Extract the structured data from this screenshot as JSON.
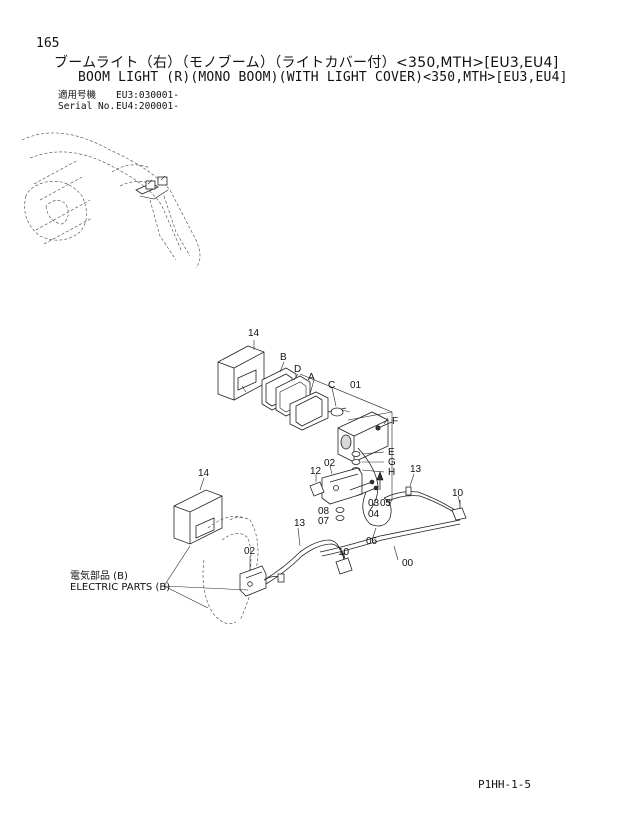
{
  "page_number": "165",
  "title_jp": "ブームライト（右）（モノブーム）（ライトカバー付）<350,MTH>[EU3,EU4]",
  "title_en": "BOOM LIGHT (R)(MONO BOOM)(WITH LIGHT COVER)<350,MTH>[EU3,EU4]",
  "serial": {
    "label_jp": "適用号機",
    "label_en": "Serial No.",
    "line1": "EU3:030001-",
    "line2": "EU4:200001-"
  },
  "callouts": {
    "c14a": "14",
    "cB": "B",
    "cD": "D",
    "cA": "A",
    "c01": "01",
    "cC": "C",
    "cF": "F",
    "cE": "E",
    "cG": "G",
    "cH": "H",
    "c02a": "02",
    "c12": "12",
    "c13a": "13",
    "c10a": "10",
    "c03": "03",
    "c04": "04",
    "c05": "05",
    "c08": "08",
    "c07": "07",
    "c06": "06",
    "c14b": "14",
    "c13b": "13",
    "c10b": "10",
    "c00": "00",
    "c02b": "02"
  },
  "reference": {
    "label_jp": "電気部品 (B)",
    "label_en": "ELECTRIC PARTS (B)"
  },
  "footer_code": "P1HH-1-5"
}
